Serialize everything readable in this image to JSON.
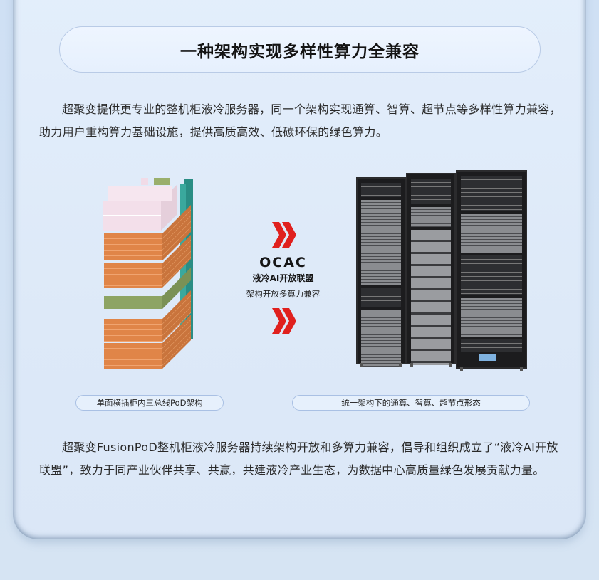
{
  "title": "一种架构实现多样性算力全兼容",
  "intro_paragraph": "超聚变提供更专业的整机柜液冷服务器，同一个架构实现通算、智算、超节点等多样性算力兼容，助力用户重构算力基础设施，提供高质高效、低碳环保的绿色算力。",
  "diagram": {
    "left_caption": "单面横插柜内三总线PoD架构",
    "middle": {
      "logo": "OCAC",
      "name": "液冷AI开放联盟",
      "subtitle": "架构开放多算力兼容",
      "arrow_icon": "double-chevron-right-icon",
      "arrow_color": "#e0201e"
    },
    "right_caption": "统一架构下的通算、智算、超节点形态",
    "stack_colors": {
      "pink": "#f3dfea",
      "orange": "#e08548",
      "green": "#8da464",
      "teal": "#2a8d84"
    }
  },
  "closing_paragraph": "超聚变FusionPoD整机柜液冷服务器持续架构开放和多算力兼容，倡导和组织成立了“液冷AI开放联盟”，致力于同产业伙伴共享、共赢，共建液冷产业生态，为数据中心高质量绿色发展贡献力量。"
}
